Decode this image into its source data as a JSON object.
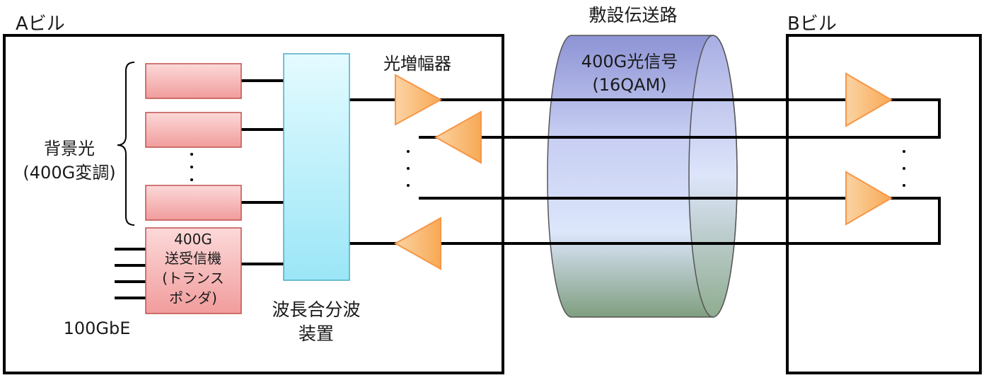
{
  "building_a": {
    "label": "Aビル"
  },
  "building_b": {
    "label": "Bビル"
  },
  "cable": {
    "label": "敷設伝送路",
    "signal_line1": "400G光信号",
    "signal_line2": "(16QAM)"
  },
  "amplifier": {
    "label": "光増幅器"
  },
  "background_light": {
    "label_line1": "背景光",
    "label_line2": "(400G変調)"
  },
  "transponder": {
    "line1": "400G",
    "line2": "送受信機",
    "line3": "(トランス",
    "line4": "ポンダ)"
  },
  "ethernet": {
    "label": "100GbE"
  },
  "wdm": {
    "label_line1": "波長合分波",
    "label_line2": "装置"
  },
  "colors": {
    "box_border": "#000000",
    "laser_fill": "#f6b3b3",
    "laser_border": "#c0504d",
    "wdm_fill": "#bfeefa",
    "wdm_border": "#4bacc6",
    "amp_fill": "#f9c07a",
    "amp_border": "#f79646",
    "cable_top": "#8d93d4",
    "cable_bottom": "#7f9e7f"
  }
}
